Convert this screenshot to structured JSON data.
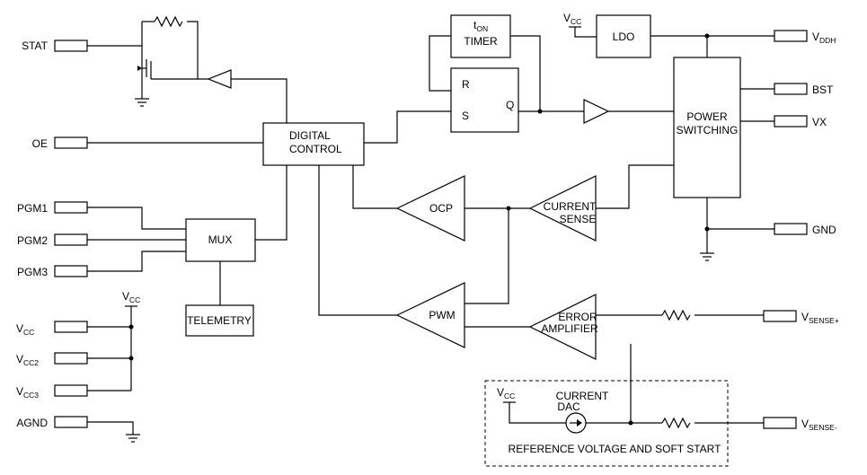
{
  "pins_left": {
    "stat": "STAT",
    "oe": "OE",
    "pgm1": "PGM1",
    "pgm2": "PGM2",
    "pgm3": "PGM3",
    "vcc_main": "V",
    "vcc_main_sub": "CC",
    "vcc2_main": "V",
    "vcc2_sub": "CC2",
    "vcc3_main": "V",
    "vcc3_sub": "CC3",
    "agnd": "AGND"
  },
  "pins_right": {
    "vddh_main": "V",
    "vddh_sub": "DDH",
    "bst": "BST",
    "vx": "VX",
    "gnd": "GND",
    "vsense_plus_main": "V",
    "vsense_plus_sub": "SENSE+",
    "vsense_minus_main": "V",
    "vsense_minus_sub": "SENSE-"
  },
  "supply": {
    "v": "V",
    "cc": "CC"
  },
  "blocks": {
    "digital_control": [
      "DIGITAL",
      "CONTROL"
    ],
    "mux": "MUX",
    "telemetry": "TELEMETRY",
    "ton_timer_main": "t",
    "ton_timer_sub": "ON",
    "ton_timer_label": "TIMER",
    "latch_r": "R",
    "latch_s": "S",
    "latch_q": "Q",
    "ldo": "LDO",
    "power_switching": [
      "POWER",
      "SWITCHING"
    ],
    "ocp": "OCP",
    "current_sense": [
      "CURRENT",
      "SENSE"
    ],
    "pwm": "PWM",
    "error_amplifier": [
      "ERROR",
      "AMPLIFIER"
    ],
    "current_dac": [
      "CURRENT",
      "DAC"
    ],
    "reference": "REFERENCE VOLTAGE AND SOFT START"
  }
}
